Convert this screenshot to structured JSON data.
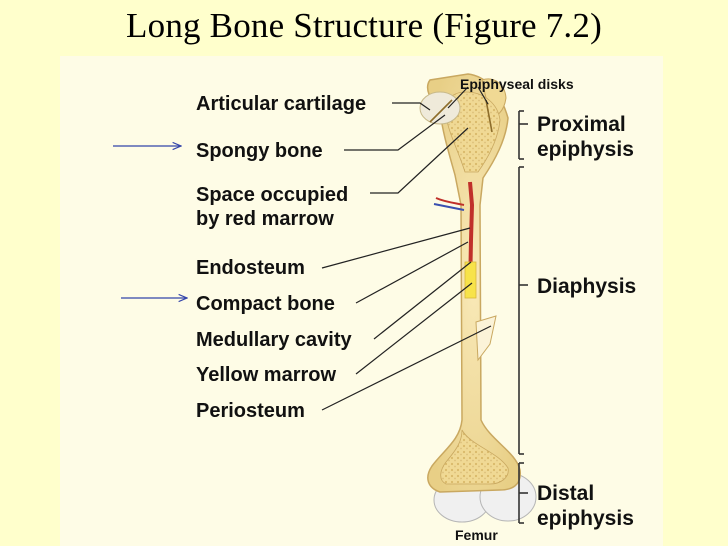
{
  "slide": {
    "title": "Long Bone Structure (Figure 7.2)"
  },
  "figure": {
    "left_labels": {
      "articular_cartilage": "Articular cartilage",
      "spongy_bone": "Spongy bone",
      "space_occupied_line1": "Space occupied",
      "space_occupied_line2": "by red marrow",
      "endosteum": "Endosteum",
      "compact_bone": "Compact bone",
      "medullary_cavity": "Medullary cavity",
      "yellow_marrow": "Yellow marrow",
      "periosteum": "Periosteum"
    },
    "top_label": "Epiphyseal disks",
    "right_labels": {
      "proximal_line1": "Proximal",
      "proximal_line2": "epiphysis",
      "diaphysis": "Diaphysis",
      "distal_line1": "Distal",
      "distal_line2": "epiphysis"
    },
    "caption": "Femur"
  },
  "colors": {
    "background": "#ffffcc",
    "bone": "#f4dfa0",
    "bone_outline": "#c9a860",
    "cartilage": "#f2f2f2",
    "artery": "#c0302a",
    "vein": "#3a4fb0",
    "yellow_marrow": "#f7e34a",
    "arrow": "#3344aa"
  }
}
